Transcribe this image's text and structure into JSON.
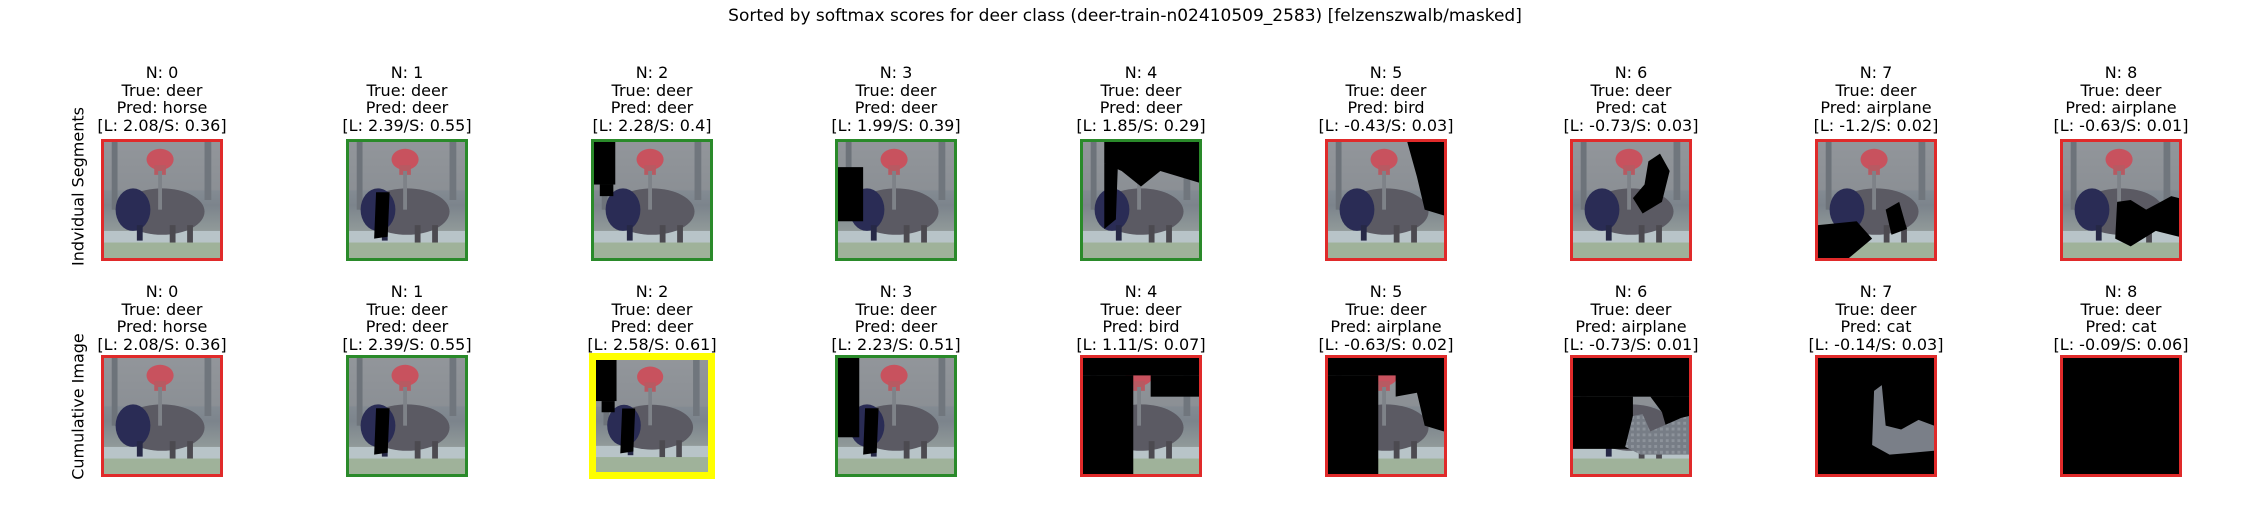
{
  "title": "Sorted by softmax scores for deer class (deer-train-n02410509_2583) [felzenszwalb/masked]",
  "row_labels": [
    "Indvidual Segments",
    "Cumulative Image"
  ],
  "colors": {
    "correct": "#2a8a2a",
    "wrong": "#e02a2a",
    "highlight": "#ffff00"
  },
  "rows": [
    {
      "panels": [
        {
          "n": "N: 0",
          "true": "True: deer",
          "pred": "Pred: horse",
          "score": "[L: 2.08/S: 0.36]",
          "border": "wrong"
        },
        {
          "n": "N: 1",
          "true": "True: deer",
          "pred": "Pred: deer",
          "score": "[L: 2.39/S: 0.55]",
          "border": "correct"
        },
        {
          "n": "N: 2",
          "true": "True: deer",
          "pred": "Pred: deer",
          "score": "[L: 2.28/S: 0.4]",
          "border": "correct"
        },
        {
          "n": "N: 3",
          "true": "True: deer",
          "pred": "Pred: deer",
          "score": "[L: 1.99/S: 0.39]",
          "border": "correct"
        },
        {
          "n": "N: 4",
          "true": "True: deer",
          "pred": "Pred: deer",
          "score": "[L: 1.85/S: 0.29]",
          "border": "correct"
        },
        {
          "n": "N: 5",
          "true": "True: deer",
          "pred": "Pred: bird",
          "score": "[L: -0.43/S: 0.03]",
          "border": "wrong"
        },
        {
          "n": "N: 6",
          "true": "True: deer",
          "pred": "Pred: cat",
          "score": "[L: -0.73/S: 0.03]",
          "border": "wrong"
        },
        {
          "n": "N: 7",
          "true": "True: deer",
          "pred": "Pred: airplane",
          "score": "[L: -1.2/S: 0.02]",
          "border": "wrong"
        },
        {
          "n": "N: 8",
          "true": "True: deer",
          "pred": "Pred: airplane",
          "score": "[L: -0.63/S: 0.01]",
          "border": "wrong"
        }
      ]
    },
    {
      "panels": [
        {
          "n": "N: 0",
          "true": "True: deer",
          "pred": "Pred: horse",
          "score": "[L: 2.08/S: 0.36]",
          "border": "wrong"
        },
        {
          "n": "N: 1",
          "true": "True: deer",
          "pred": "Pred: deer",
          "score": "[L: 2.39/S: 0.55]",
          "border": "correct"
        },
        {
          "n": "N: 2",
          "true": "True: deer",
          "pred": "Pred: deer",
          "score": "[L: 2.58/S: 0.61]",
          "border": "highlight"
        },
        {
          "n": "N: 3",
          "true": "True: deer",
          "pred": "Pred: deer",
          "score": "[L: 2.23/S: 0.51]",
          "border": "correct"
        },
        {
          "n": "N: 4",
          "true": "True: deer",
          "pred": "Pred: bird",
          "score": "[L: 1.11/S: 0.07]",
          "border": "wrong"
        },
        {
          "n": "N: 5",
          "true": "True: deer",
          "pred": "Pred: airplane",
          "score": "[L: -0.63/S: 0.02]",
          "border": "wrong"
        },
        {
          "n": "N: 6",
          "true": "True: deer",
          "pred": "Pred: airplane",
          "score": "[L: -0.73/S: 0.01]",
          "border": "wrong"
        },
        {
          "n": "N: 7",
          "true": "True: deer",
          "pred": "Pred: cat",
          "score": "[L: -0.14/S: 0.03]",
          "border": "wrong"
        },
        {
          "n": "N: 8",
          "true": "True: deer",
          "pred": "Pred: cat",
          "score": "[L: -0.09/S: 0.06]",
          "border": "wrong"
        }
      ]
    }
  ]
}
